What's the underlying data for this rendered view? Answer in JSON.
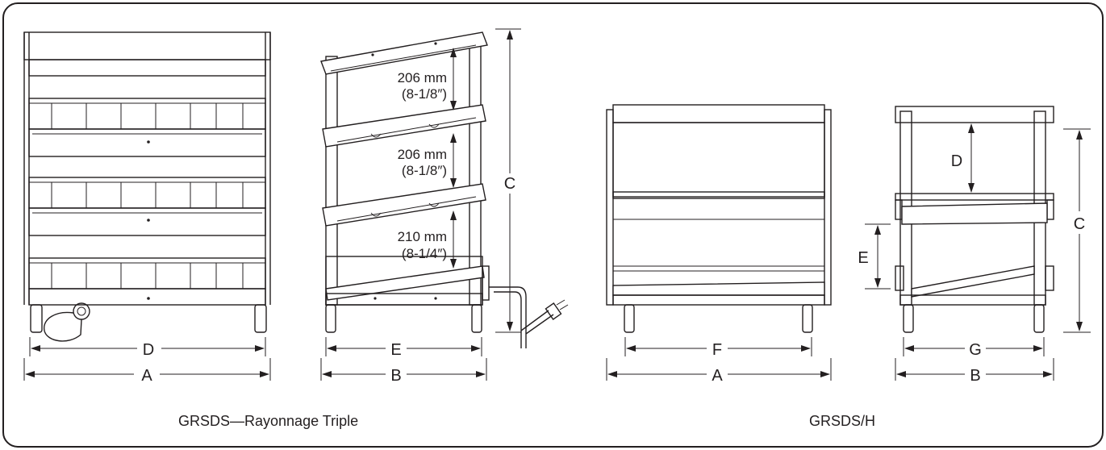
{
  "front": {
    "label_d": "D",
    "label_a": "A"
  },
  "side": {
    "label_e": "E",
    "label_b": "B",
    "label_c": "C",
    "gap1_mm": "206 mm",
    "gap1_in": "(8-1/8″)",
    "gap2_mm": "206 mm",
    "gap2_in": "(8-1/8″)",
    "gap3_mm": "210 mm",
    "gap3_in": "(8-1/4″)"
  },
  "h_front": {
    "label_f": "F",
    "label_a": "A"
  },
  "h_side": {
    "label_d": "D",
    "label_e": "E",
    "label_c": "C",
    "label_g": "G",
    "label_b": "B"
  },
  "captions": {
    "left": "GRSDS—Rayonnage Triple",
    "right": "GRSDS/H"
  }
}
